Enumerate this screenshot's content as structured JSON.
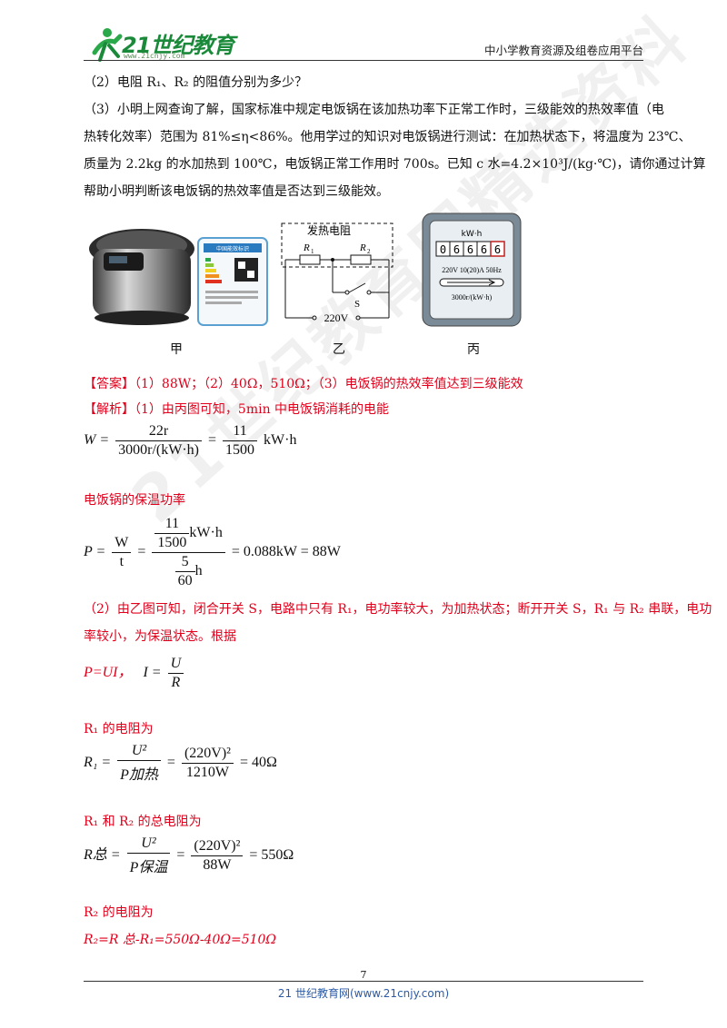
{
  "header": {
    "logo_text": "21世纪教育",
    "logo_sub": "www.21cnjy.com",
    "platform": "中小学教育资源及组卷应用平台"
  },
  "question": {
    "q2": "（2）电阻 R₁、R₂ 的阻值分别为多少？",
    "q3_line1": "（3）小明上网查询了解，国家标准中规定电饭锅在该加热功率下正常工作时，三级能效的热效率值（电",
    "q3_line2": "热转化效率）范围为 81%≤η<86%。他用学过的知识对电饭锅进行测试：在加热状态下，将温度为 23℃、",
    "q3_line3": "质量为 2.2kg 的水加热到 100℃，电饭锅正常工作用时 700s。已知 c 水=4.2×10³J/(kg·℃)，请你通过计算",
    "q3_line4": "帮助小明判断该电饭锅的热效率值是否达到三级能效。"
  },
  "figures": {
    "jia": "甲",
    "yi": "乙",
    "bing": "丙",
    "circuit": {
      "title": "发热电阻",
      "r1": "R",
      "r2": "R",
      "r1_sub": "1",
      "r2_sub": "2",
      "switch": "S",
      "voltage": "220V"
    },
    "meter": {
      "unit": "kW·h",
      "digits": [
        "0",
        "6",
        "6",
        "6",
        "6"
      ],
      "spec": "220V 10(20)A 50Hz",
      "rate": "3000r/(kW·h)"
    },
    "label_card": "中国能效标识"
  },
  "answer": {
    "tag": "【答案】",
    "text": "（1）88W；（2）40Ω，510Ω；（3）电饭锅的热效率值达到三级能效"
  },
  "analysis": {
    "tag": "【解析】",
    "intro": "（1）由丙图可知，5min 中电饭锅消耗的电能",
    "eq1": {
      "lhs": "W =",
      "num": "22r",
      "den": "3000r/(kW·h)",
      "eq": "=",
      "num2": "11",
      "den2": "1500",
      "unit": "kW·h"
    },
    "keep_power": "电饭锅的保温功率",
    "eq2": {
      "lhs": "P =",
      "num": "W",
      "den": "t",
      "inner_num": "11",
      "inner_den": "1500",
      "inner_unit": "kW·h",
      "low_num": "5",
      "low_den": "60",
      "low_unit": "h",
      "result": "= 0.088kW = 88W"
    },
    "p2_line1": "（2）由乙图可知，闭合开关 S，电路中只有 R₁，电功率较大，为加热状态；断开开关 S，R₁ 与 R₂ 串联，电功",
    "p2_line2": "率较小，为保温状态。根据",
    "formula_pui": "P=UI，",
    "formula_i": "I =",
    "formula_i_num": "U",
    "formula_i_den": "R",
    "r1_label": "R₁ 的电阻为",
    "eq3": {
      "lhs": "R₁ =",
      "num": "U²",
      "den": "P加热",
      "num2": "(220V)²",
      "den2": "1210W",
      "result": "= 40Ω"
    },
    "r_total_label": "R₁ 和 R₂ 的总电阻为",
    "eq4": {
      "lhs": "R总 =",
      "num": "U²",
      "den": "P保温",
      "num2": "(220V)²",
      "den2": "88W",
      "result": "= 550Ω"
    },
    "r2_label": "R₂ 的电阻为",
    "r2_eq": "R₂=R 总-R₁=550Ω-40Ω=510Ω"
  },
  "footer": {
    "page": "7",
    "site": "21 世纪教育网(www.21cnjy.com)"
  },
  "watermark": "21世纪教育网精选资料"
}
